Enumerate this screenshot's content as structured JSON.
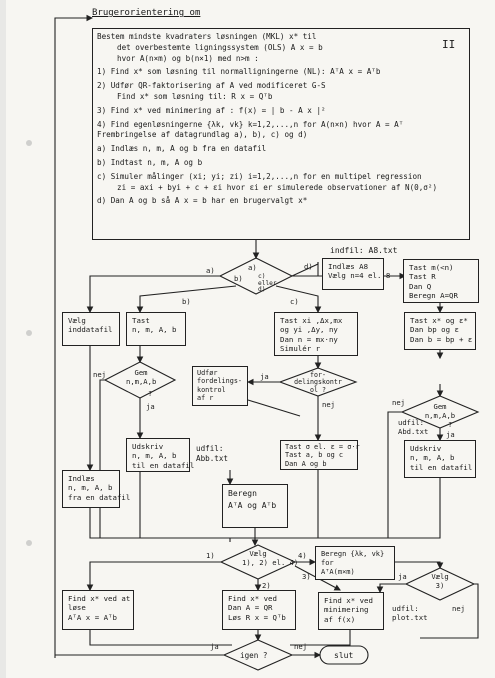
{
  "header": "Brugerorientering om",
  "page_number": "II",
  "intro": {
    "l1": "Bestem mindste kvadraters løsningen (MKL) x* til",
    "l2": "det overbestemte ligningssystem (OLS)   A x = b",
    "l3": "hvor  A(n×m)  og  b(n×1)  med n>m :",
    "i1": "1)  Find  x*  som løsning til normalligningerne (NL):  AᵀA x = Aᵀb",
    "i2a": "2)  Udfør QR-faktorisering af A ved modificeret G-S",
    "i2b": "Find  x*  som løsning til:  R x = Qᵀb",
    "i3": "3)  Find  x*  ved minimering  af :  f(x) = | b - A x |²",
    "i4a": "4)  Find egenløsningerne {λk, vk} k=1,2,...,n for A(n×n) hvor A = Aᵀ",
    "i4b": "Frembringelse af datagrundlag a), b), c) og d)",
    "a": "a)  Indlæs  n, m, A  og  b   fra  en  datafil",
    "b": "b)  Indtast  n, m, A  og  b",
    "c1": "c)  Simuler målinger (xi; yi; zi) i=1,2,...,n for en multipel regression",
    "c2": "zi = axi + byi + c + εi  hvor εi er simulerede observationer af N(0,σ²)",
    "d": "d)  Dan  A  og  b  så  A x = b   har en brugervalgt  x*"
  },
  "flow": {
    "indfil": "indfil: A8.txt",
    "choice_top": [
      "a)",
      "b)",
      "c) eller d)"
    ],
    "choice_top_labels": [
      "a)",
      "d)",
      "b)",
      "c)"
    ],
    "d_box": [
      "Indlæs A8",
      "Vælg n=4 el. 8"
    ],
    "tast_m": [
      "Tast m(<n)",
      "Tast R",
      "Dan Q",
      "Beregn A=QR"
    ],
    "vaelg_indfil": [
      "Vælg",
      "inddatafil"
    ],
    "tast_b": [
      "Tast",
      "n, m, A, b"
    ],
    "tast_c": [
      "Tast xi ,Δx,mx",
      "og  yi ,Δy, ny",
      "Dan n = mx·ny",
      "Simulér r"
    ],
    "tast_x": [
      "Tast x* og ε*",
      "Dan bp og ε",
      "Dan b = bp + ε"
    ],
    "gem_b": [
      "Gem",
      "n,m,A,b",
      "?"
    ],
    "gem_d": [
      "Gem",
      "n,m,A,b",
      "?"
    ],
    "fordel_box": [
      "Udfør",
      "fordelings-",
      "kontrol",
      "af r"
    ],
    "fordel_q": [
      "for-",
      "delingskontr",
      "ol ?"
    ],
    "tast_sigma": [
      "Tast σ el. ε = σ·r",
      "Tast a, b og c",
      "Dan A  og  b"
    ],
    "indlaes_a": [
      "Indlæs",
      "n, m, A, b",
      "fra en datafil"
    ],
    "udskriv_b": [
      "Udskriv",
      "n, m, A, b",
      "til en datafil"
    ],
    "udskriv_d": [
      "Udskriv",
      "n, m, A, b",
      "til en datafil"
    ],
    "udfil_b": [
      "udfil:",
      "Abb.txt"
    ],
    "udfil_d": [
      "udfil:",
      "Abd.txt"
    ],
    "yes": "ja",
    "no": "nej",
    "beregn": [
      "Beregn",
      "AᵀA  og  Aᵀb"
    ],
    "vaelg_mid": [
      "Vælg",
      "1), 2) el. 4)"
    ],
    "vaelg_mid_labels": [
      "1)",
      "2)",
      "4)",
      "3)"
    ],
    "egen_box": [
      "Beregn {λk, vk}",
      "for",
      "AᵀA(m×m)"
    ],
    "vaelg_3": [
      "Vælg",
      "3)"
    ],
    "find1": [
      "Find x* ved at",
      "løse",
      "AᵀA x = Aᵀb"
    ],
    "find2": [
      "Find x* ved",
      "Dan A = QR",
      "Løs R x = Qᵀb"
    ],
    "find3": [
      "Find x* ved",
      "minimering",
      "af f(x)"
    ],
    "udfil_plot": [
      "udfil:",
      "plot.txt"
    ],
    "igen": "igen ?",
    "slut": "slut"
  }
}
